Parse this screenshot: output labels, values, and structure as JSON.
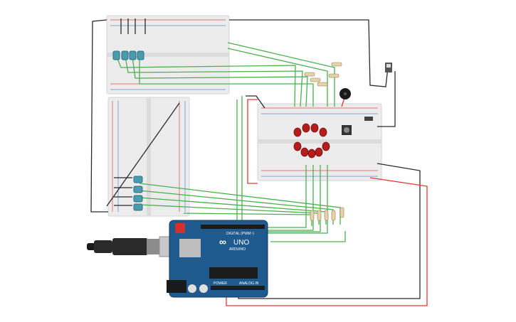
{
  "board": {
    "logo_text": "UNO",
    "brand_text": "ARDUINO",
    "digital_label": "DIGITAL (PWM~)",
    "power_label": "POWER",
    "analog_label": "ANALOG IN"
  },
  "icons": {
    "usb_cable": "usb-cable-icon",
    "buzzer": "buzzer-icon",
    "switch": "slide-switch-icon",
    "button": "push-button-icon"
  },
  "colors": {
    "wire_green": "#4caf50",
    "wire_black": "#2b2b2b",
    "wire_red": "#e53935",
    "board_blue": "#1f5a8e",
    "led_red": "#b71c1c"
  }
}
